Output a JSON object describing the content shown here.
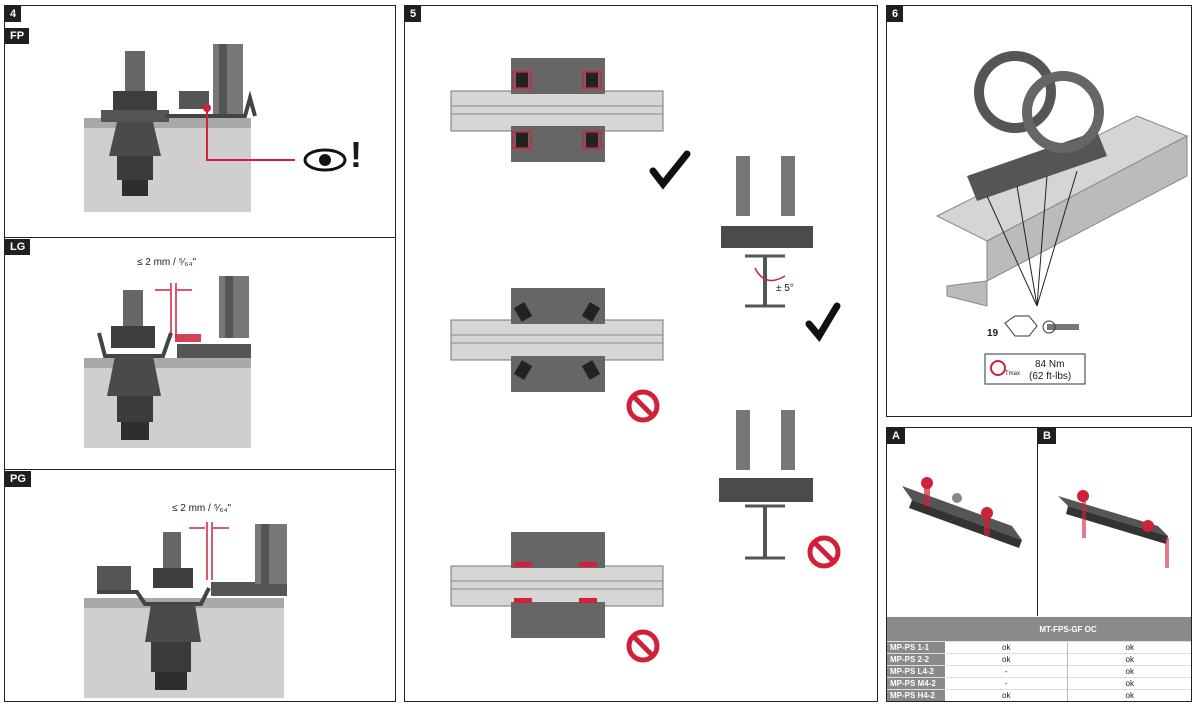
{
  "panels": {
    "p4": {
      "number": "4",
      "sub": [
        "FP",
        "LG",
        "PG"
      ]
    },
    "p5": {
      "number": "5"
    },
    "p6": {
      "number": "6"
    },
    "pA": {
      "letter": "A"
    },
    "pB": {
      "letter": "B"
    }
  },
  "gap_label": "≤ 2 mm / ⁵⁄₆₄\"",
  "angle_label": "± 5°",
  "eye_mark": "!",
  "tool": {
    "hex_size": "19",
    "torque_nm": "84 Nm",
    "torque_ftlbs": "(62 ft-lbs)",
    "sub": "Tmax"
  },
  "table": {
    "header": "MT-FPS-GF OC",
    "rows": [
      {
        "name": "MP-PS 1-1",
        "a": "ok",
        "b": "ok"
      },
      {
        "name": "MP-PS 2-2",
        "a": "ok",
        "b": "ok"
      },
      {
        "name": "MP-PS L4-2",
        "a": "-",
        "b": "ok"
      },
      {
        "name": "MP-PS M4-2",
        "a": "-",
        "b": "ok"
      },
      {
        "name": "MP-PS H4-2",
        "a": "ok",
        "b": "ok"
      }
    ]
  },
  "colors": {
    "accent": "#d0203a",
    "steel": "#555555",
    "bg_grey": "#cfcfcf"
  }
}
